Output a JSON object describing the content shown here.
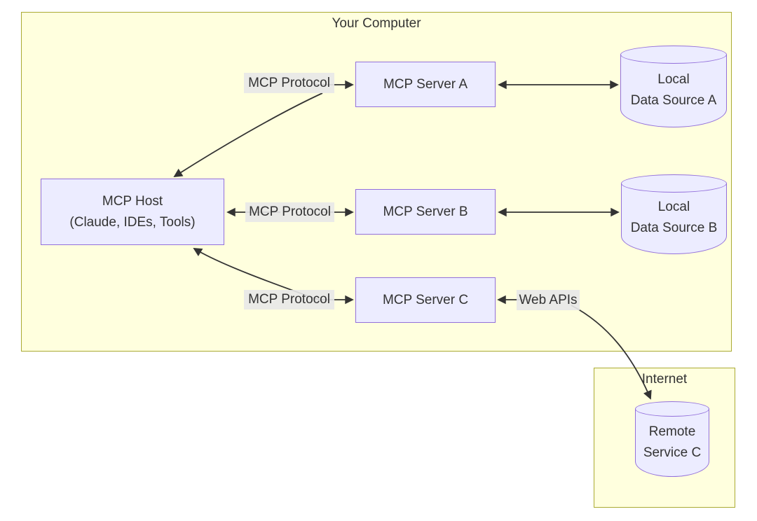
{
  "diagram": {
    "clusters": [
      {
        "id": "your-computer",
        "label": "Your Computer"
      },
      {
        "id": "internet",
        "label": "Internet"
      }
    ],
    "nodes": [
      {
        "id": "mcp-host",
        "shape": "rectangle",
        "lines": [
          "MCP Host",
          "(Claude, IDEs, Tools)"
        ]
      },
      {
        "id": "mcp-server-a",
        "shape": "rectangle",
        "lines": [
          "MCP Server A"
        ]
      },
      {
        "id": "mcp-server-b",
        "shape": "rectangle",
        "lines": [
          "MCP Server B"
        ]
      },
      {
        "id": "mcp-server-c",
        "shape": "rectangle",
        "lines": [
          "MCP Server C"
        ]
      },
      {
        "id": "local-data-source-a",
        "shape": "cylinder",
        "lines": [
          "Local",
          "Data Source A"
        ]
      },
      {
        "id": "local-data-source-b",
        "shape": "cylinder",
        "lines": [
          "Local",
          "Data Source B"
        ]
      },
      {
        "id": "remote-service-c",
        "shape": "cylinder",
        "lines": [
          "Remote",
          "Service C"
        ]
      }
    ],
    "edge_labels": [
      {
        "id": "mcp-protocol-a",
        "text": "MCP Protocol"
      },
      {
        "id": "mcp-protocol-b",
        "text": "MCP Protocol"
      },
      {
        "id": "mcp-protocol-c",
        "text": "MCP Protocol"
      },
      {
        "id": "web-apis",
        "text": "Web APIs"
      }
    ],
    "edges": [
      {
        "from": "mcp-host",
        "to": "mcp-server-a",
        "label": "MCP Protocol",
        "direction": "bidirectional"
      },
      {
        "from": "mcp-host",
        "to": "mcp-server-b",
        "label": "MCP Protocol",
        "direction": "bidirectional"
      },
      {
        "from": "mcp-host",
        "to": "mcp-server-c",
        "label": "MCP Protocol",
        "direction": "bidirectional"
      },
      {
        "from": "mcp-server-a",
        "to": "local-data-source-a",
        "direction": "bidirectional"
      },
      {
        "from": "mcp-server-b",
        "to": "local-data-source-b",
        "direction": "bidirectional"
      },
      {
        "from": "mcp-server-c",
        "to": "remote-service-c",
        "label": "Web APIs",
        "direction": "bidirectional"
      }
    ],
    "colors": {
      "canvas_bg": "#ffffff",
      "cluster_fill": "#ffffde",
      "cluster_border": "#aaaa33",
      "node_fill": "#ececff",
      "node_border": "#9370db",
      "edge_color": "#333333",
      "edge_label_bg": "#e8e8e8",
      "text_color": "#333333"
    }
  }
}
